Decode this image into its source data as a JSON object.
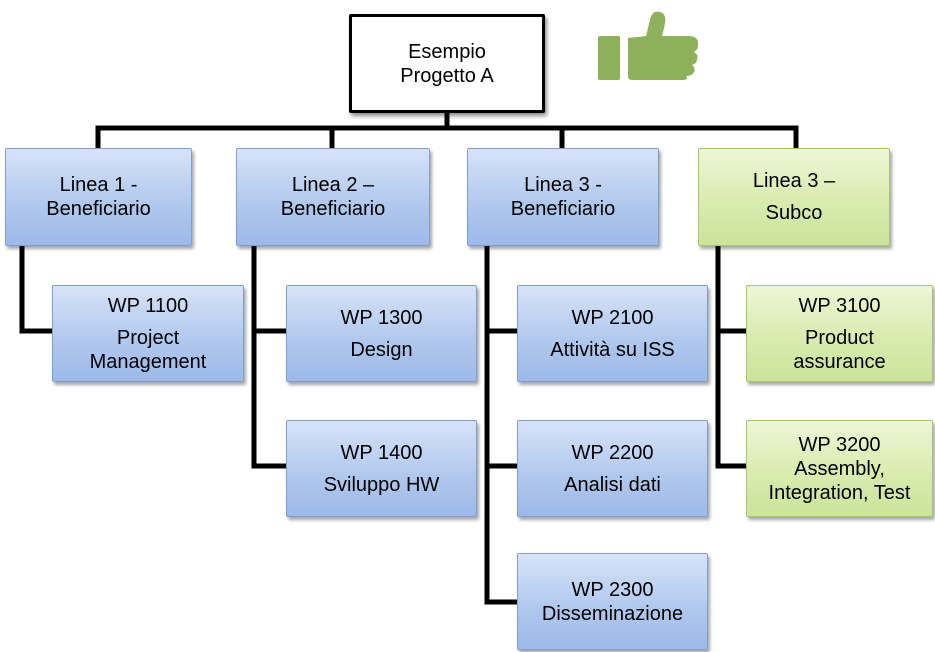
{
  "root": {
    "line1": "Esempio",
    "line2": "Progetto A"
  },
  "icon": {
    "name": "thumbs-up-icon",
    "color": "#8db05a"
  },
  "colors": {
    "blue_fill": "#b2c9ee",
    "green_fill": "#d9ebaf",
    "connector": "#000000"
  },
  "branches": [
    {
      "line1": "Linea 1 -",
      "line2": "Beneficiario",
      "style": "blue",
      "packages": [
        {
          "code": "WP 1100",
          "lines": [
            "Project",
            "Management"
          ]
        }
      ]
    },
    {
      "line1": "Linea 2 –",
      "line2": "Beneficiario",
      "style": "blue",
      "packages": [
        {
          "code": "WP 1300",
          "lines": [
            "Design"
          ]
        },
        {
          "code": "WP 1400",
          "lines": [
            "Sviluppo HW"
          ]
        }
      ]
    },
    {
      "line1": "Linea 3 -",
      "line2": "Beneficiario",
      "style": "blue",
      "packages": [
        {
          "code": "WP 2100",
          "lines": [
            "Attività su ISS"
          ]
        },
        {
          "code": "WP 2200",
          "lines": [
            "Analisi dati"
          ]
        },
        {
          "code": "WP 2300",
          "lines": [
            "Disseminazione"
          ]
        }
      ]
    },
    {
      "line1": "Linea 3 –",
      "line2": "Subco",
      "style": "green",
      "packages": [
        {
          "code": "WP 3100",
          "lines": [
            "Product",
            "assurance"
          ]
        },
        {
          "code": "WP 3200",
          "lines": [
            "Assembly,",
            "Integration, Test"
          ]
        }
      ]
    }
  ]
}
